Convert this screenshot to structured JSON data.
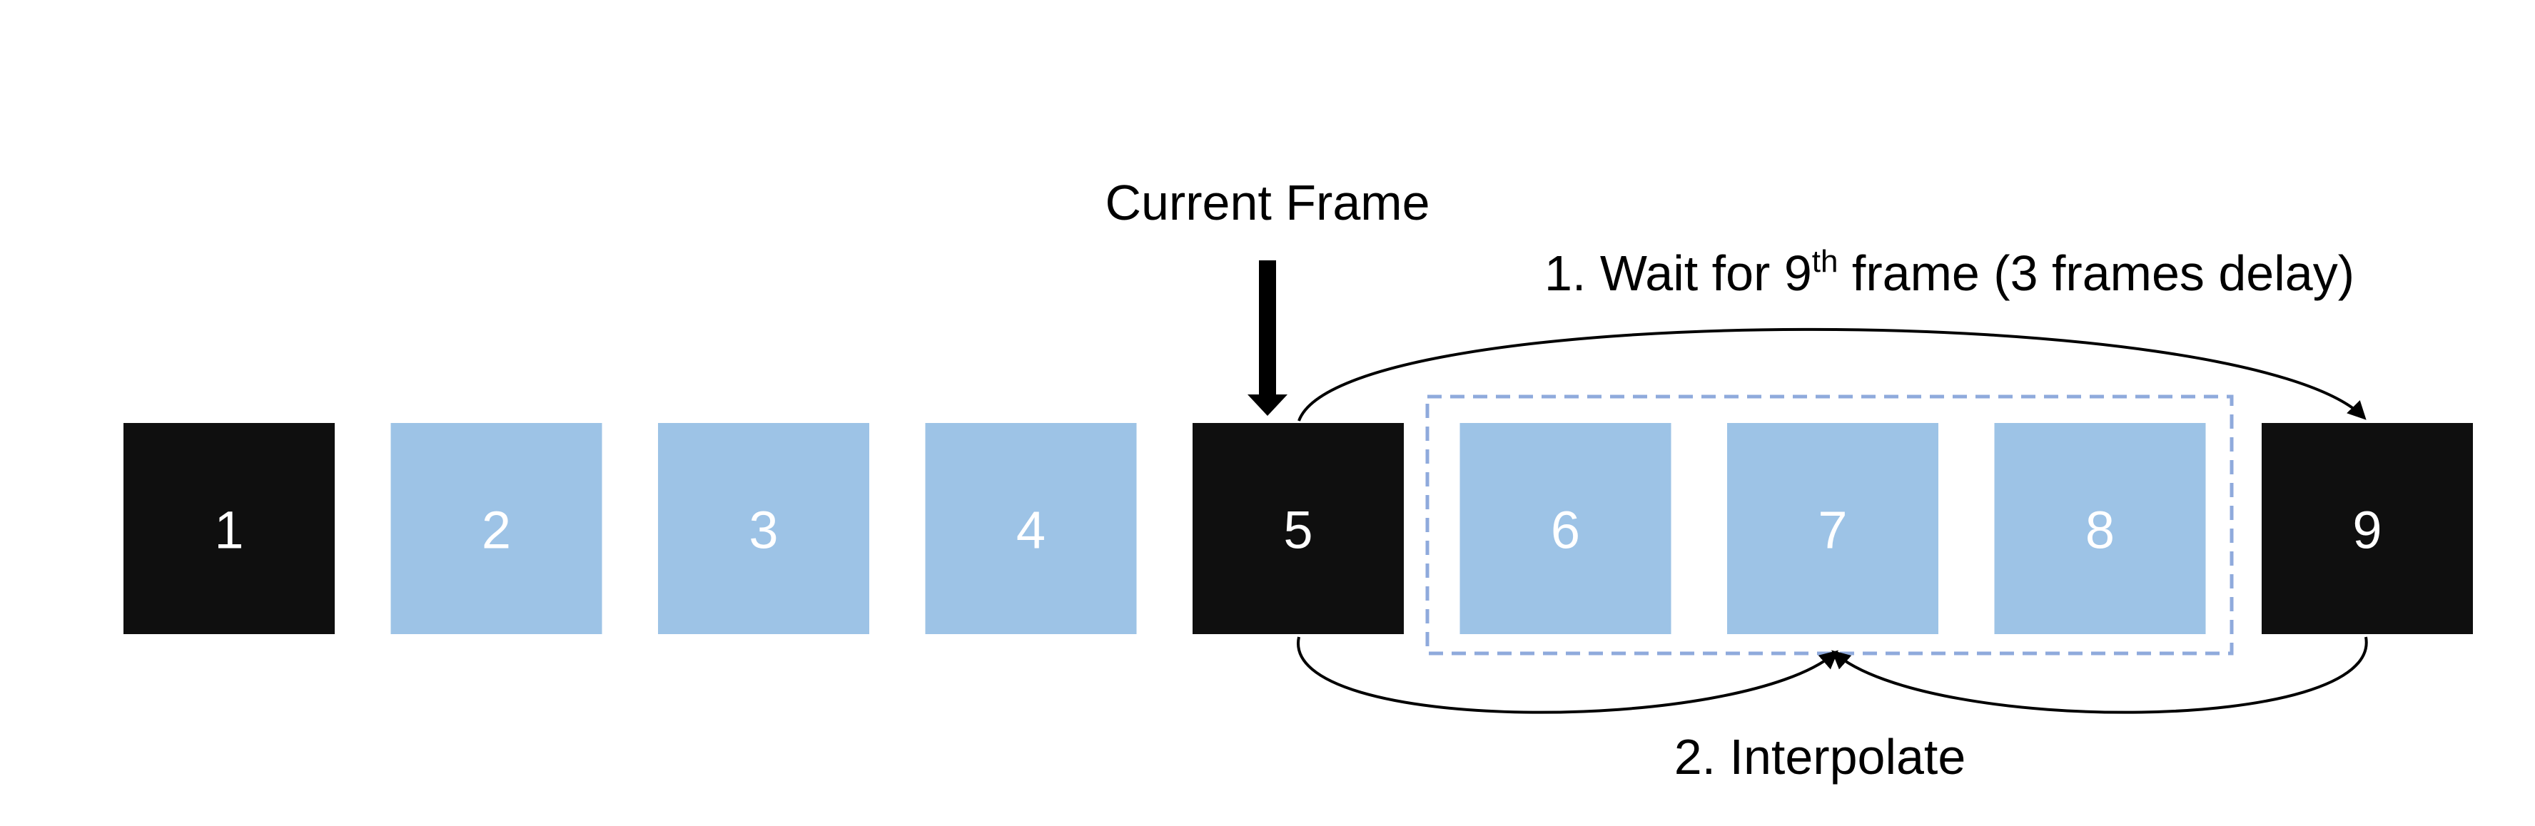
{
  "current_frame_label": "Current Frame",
  "wait_label": {
    "prefix": "1. Wait for 9",
    "superscript": "th",
    "suffix": " frame (3 frames delay)"
  },
  "interpolate_label": "2. Interpolate",
  "frames": [
    {
      "label": "1",
      "kind": "key"
    },
    {
      "label": "2",
      "kind": "skipped"
    },
    {
      "label": "3",
      "kind": "skipped"
    },
    {
      "label": "4",
      "kind": "skipped"
    },
    {
      "label": "5",
      "kind": "key"
    },
    {
      "label": "6",
      "kind": "interpolated"
    },
    {
      "label": "7",
      "kind": "interpolated"
    },
    {
      "label": "8",
      "kind": "interpolated"
    },
    {
      "label": "9",
      "kind": "key"
    }
  ],
  "colors": {
    "key_frame": "#0f0f0f",
    "light_frame": "#9dc3e6",
    "dashed_box": "#8faadc",
    "arrow": "#000000",
    "label_on_frame": "#ffffff"
  }
}
